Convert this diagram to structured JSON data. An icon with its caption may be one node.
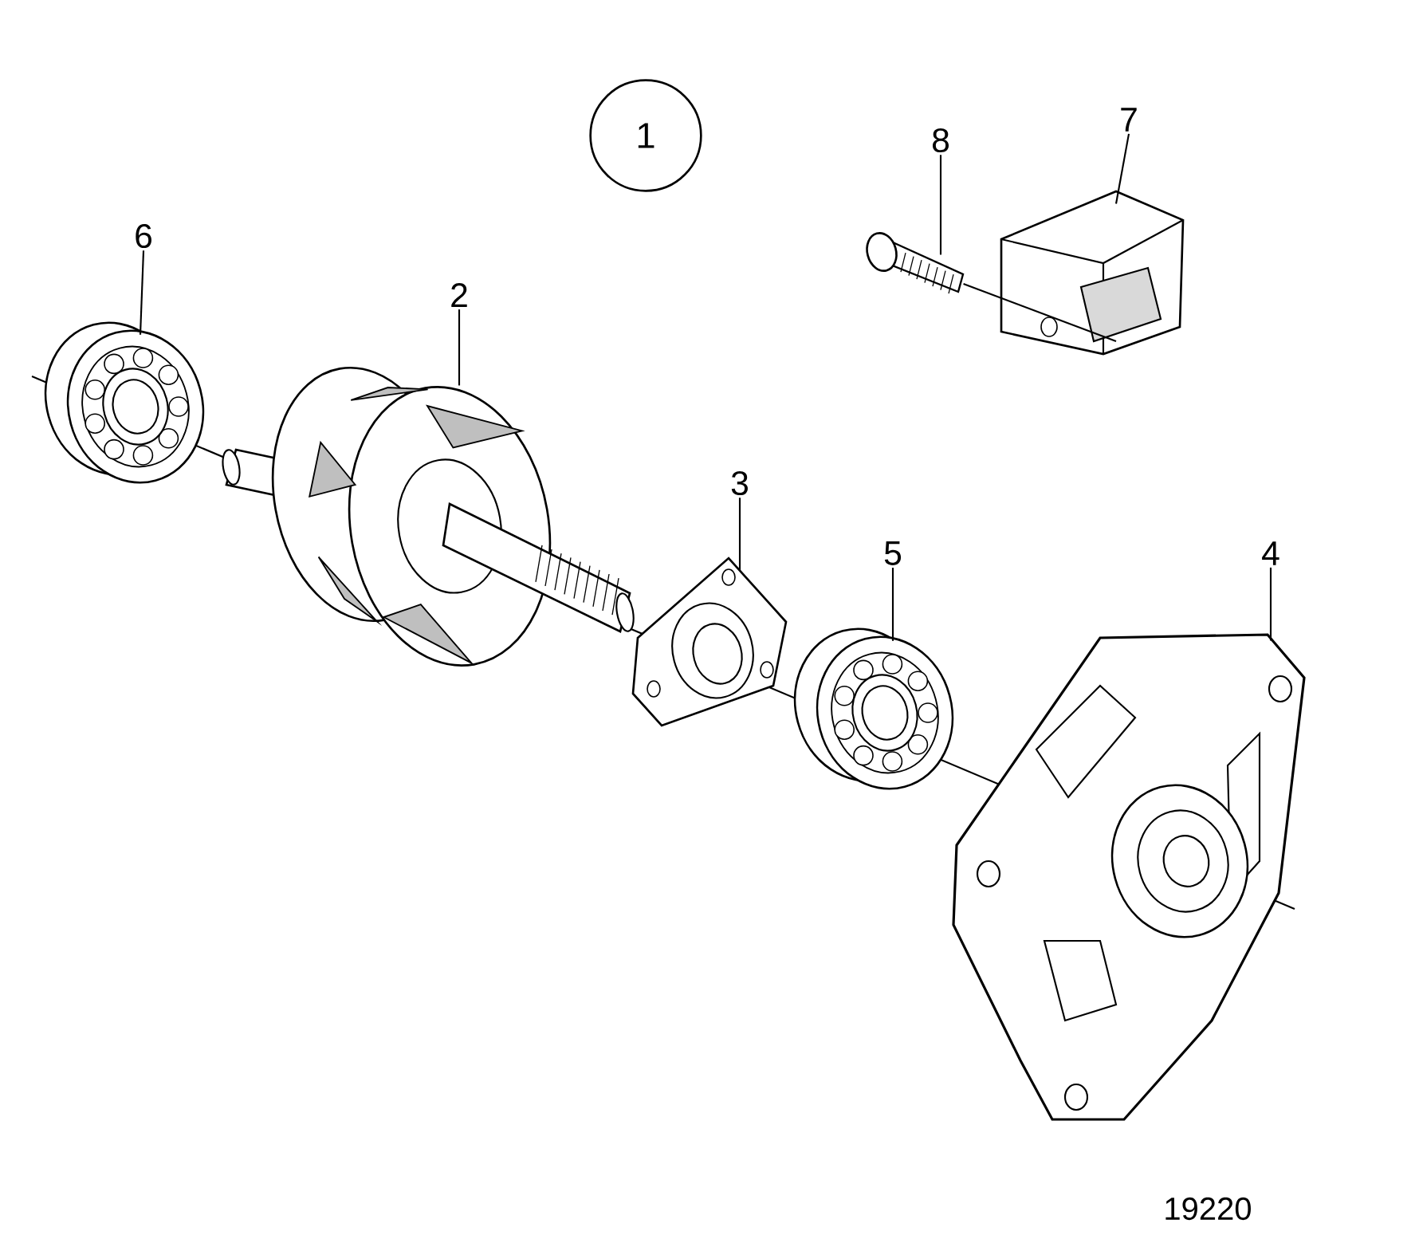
{
  "diagram": {
    "nodes": [
      {
        "text": [
          "1"
        ]
      },
      {
        "text": [
          "8"
        ]
      },
      {
        "text": [
          "7"
        ]
      },
      {
        "text": [
          "6"
        ]
      },
      {
        "text": [
          "2"
        ]
      },
      {
        "text": [
          "3"
        ]
      },
      {
        "text": [
          "5"
        ]
      },
      {
        "text": [
          "4"
        ]
      },
      {
        "text": [],
        "shape": "picture"
      },
      {
        "text": [],
        "shape": "picture"
      },
      {
        "text": [],
        "shape": "picture"
      },
      {
        "text": [],
        "shape": "picture"
      },
      {
        "text": [],
        "shape": "picture"
      },
      {
        "text": [],
        "shape": "picture"
      },
      {
        "text": [],
        "shape": "picture"
      }
    ],
    "edges": [
      {
        "from": 1,
        "to": 8,
        "arrow": "none"
      },
      {
        "from": 2,
        "to": 9,
        "arrow": "none"
      },
      {
        "from": 3,
        "to": 10,
        "arrow": "none"
      },
      {
        "from": 4,
        "to": 11,
        "arrow": "none"
      },
      {
        "from": 5,
        "to": 12,
        "arrow": "none"
      },
      {
        "from": 6,
        "to": 13,
        "arrow": "none"
      },
      {
        "from": 7,
        "to": 14,
        "arrow": "none"
      },
      {
        "from": 8,
        "to": 9,
        "arrow": "none"
      }
    ],
    "labels": [
      "19220"
    ]
  }
}
